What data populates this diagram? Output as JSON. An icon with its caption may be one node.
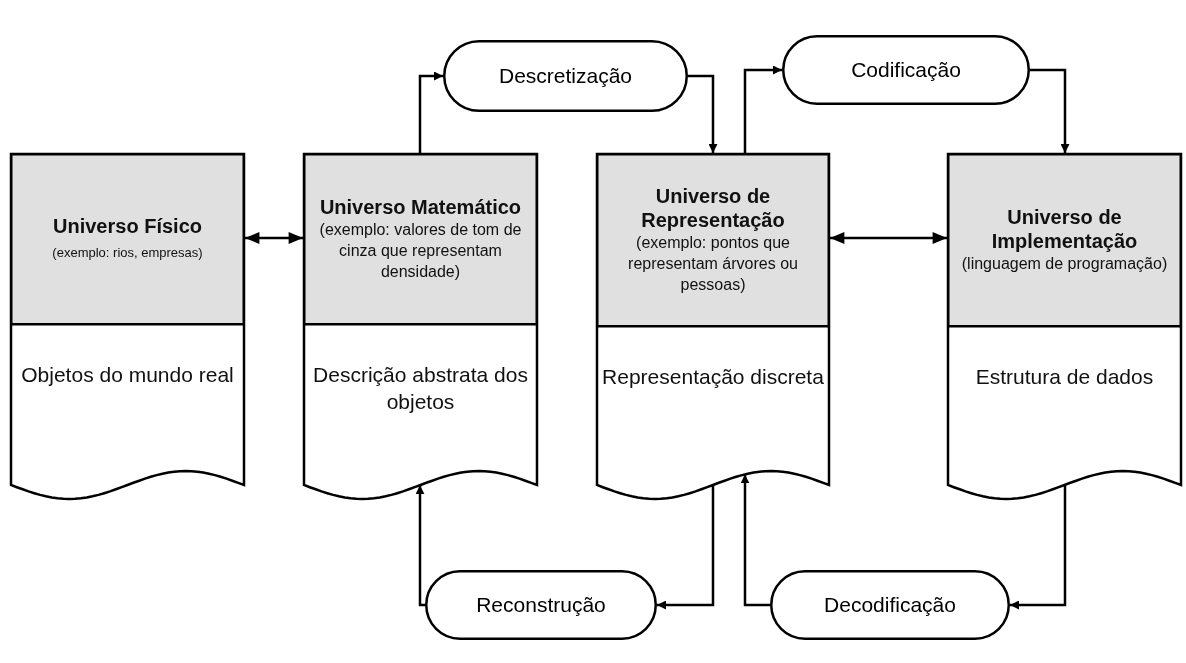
{
  "diagram": {
    "nodes": [
      {
        "text": [
          "Universo Físico",
          "(exemplo: rios, empresas)",
          "Objetos do mundo real"
        ]
      },
      {
        "text": [
          "Universo Matemático",
          "(exemplo: valores de tom de cinza que representam densidade)",
          "Descrição abstrata dos objetos"
        ]
      },
      {
        "text": [
          "Universo de Representação",
          "(exemplo: pontos que representam árvores ou pessoas)",
          "Representação discreta"
        ]
      },
      {
        "text": [
          "Universo de Implementação",
          "(linguagem de programação)",
          "Estrutura de dados"
        ]
      },
      {
        "text": [
          "Descretização"
        ]
      },
      {
        "text": [
          "Codificação"
        ]
      },
      {
        "text": [
          "Reconstrução"
        ]
      },
      {
        "text": [
          "Decodificação"
        ]
      }
    ],
    "edges": [
      {
        "from": 0,
        "to": 1,
        "arrow": "both"
      },
      {
        "from": 1,
        "to": 4,
        "arrow": "to"
      },
      {
        "from": 4,
        "to": 2,
        "arrow": "to"
      },
      {
        "from": 2,
        "to": 5,
        "arrow": "to"
      },
      {
        "from": 5,
        "to": 3,
        "arrow": "to"
      },
      {
        "from": 2,
        "to": 3,
        "arrow": "both"
      },
      {
        "from": 2,
        "to": 6,
        "arrow": "to"
      },
      {
        "from": 6,
        "to": 1,
        "arrow": "to"
      },
      {
        "from": 3,
        "to": 7,
        "arrow": "to"
      },
      {
        "from": 7,
        "to": 2,
        "arrow": "to"
      }
    ]
  }
}
